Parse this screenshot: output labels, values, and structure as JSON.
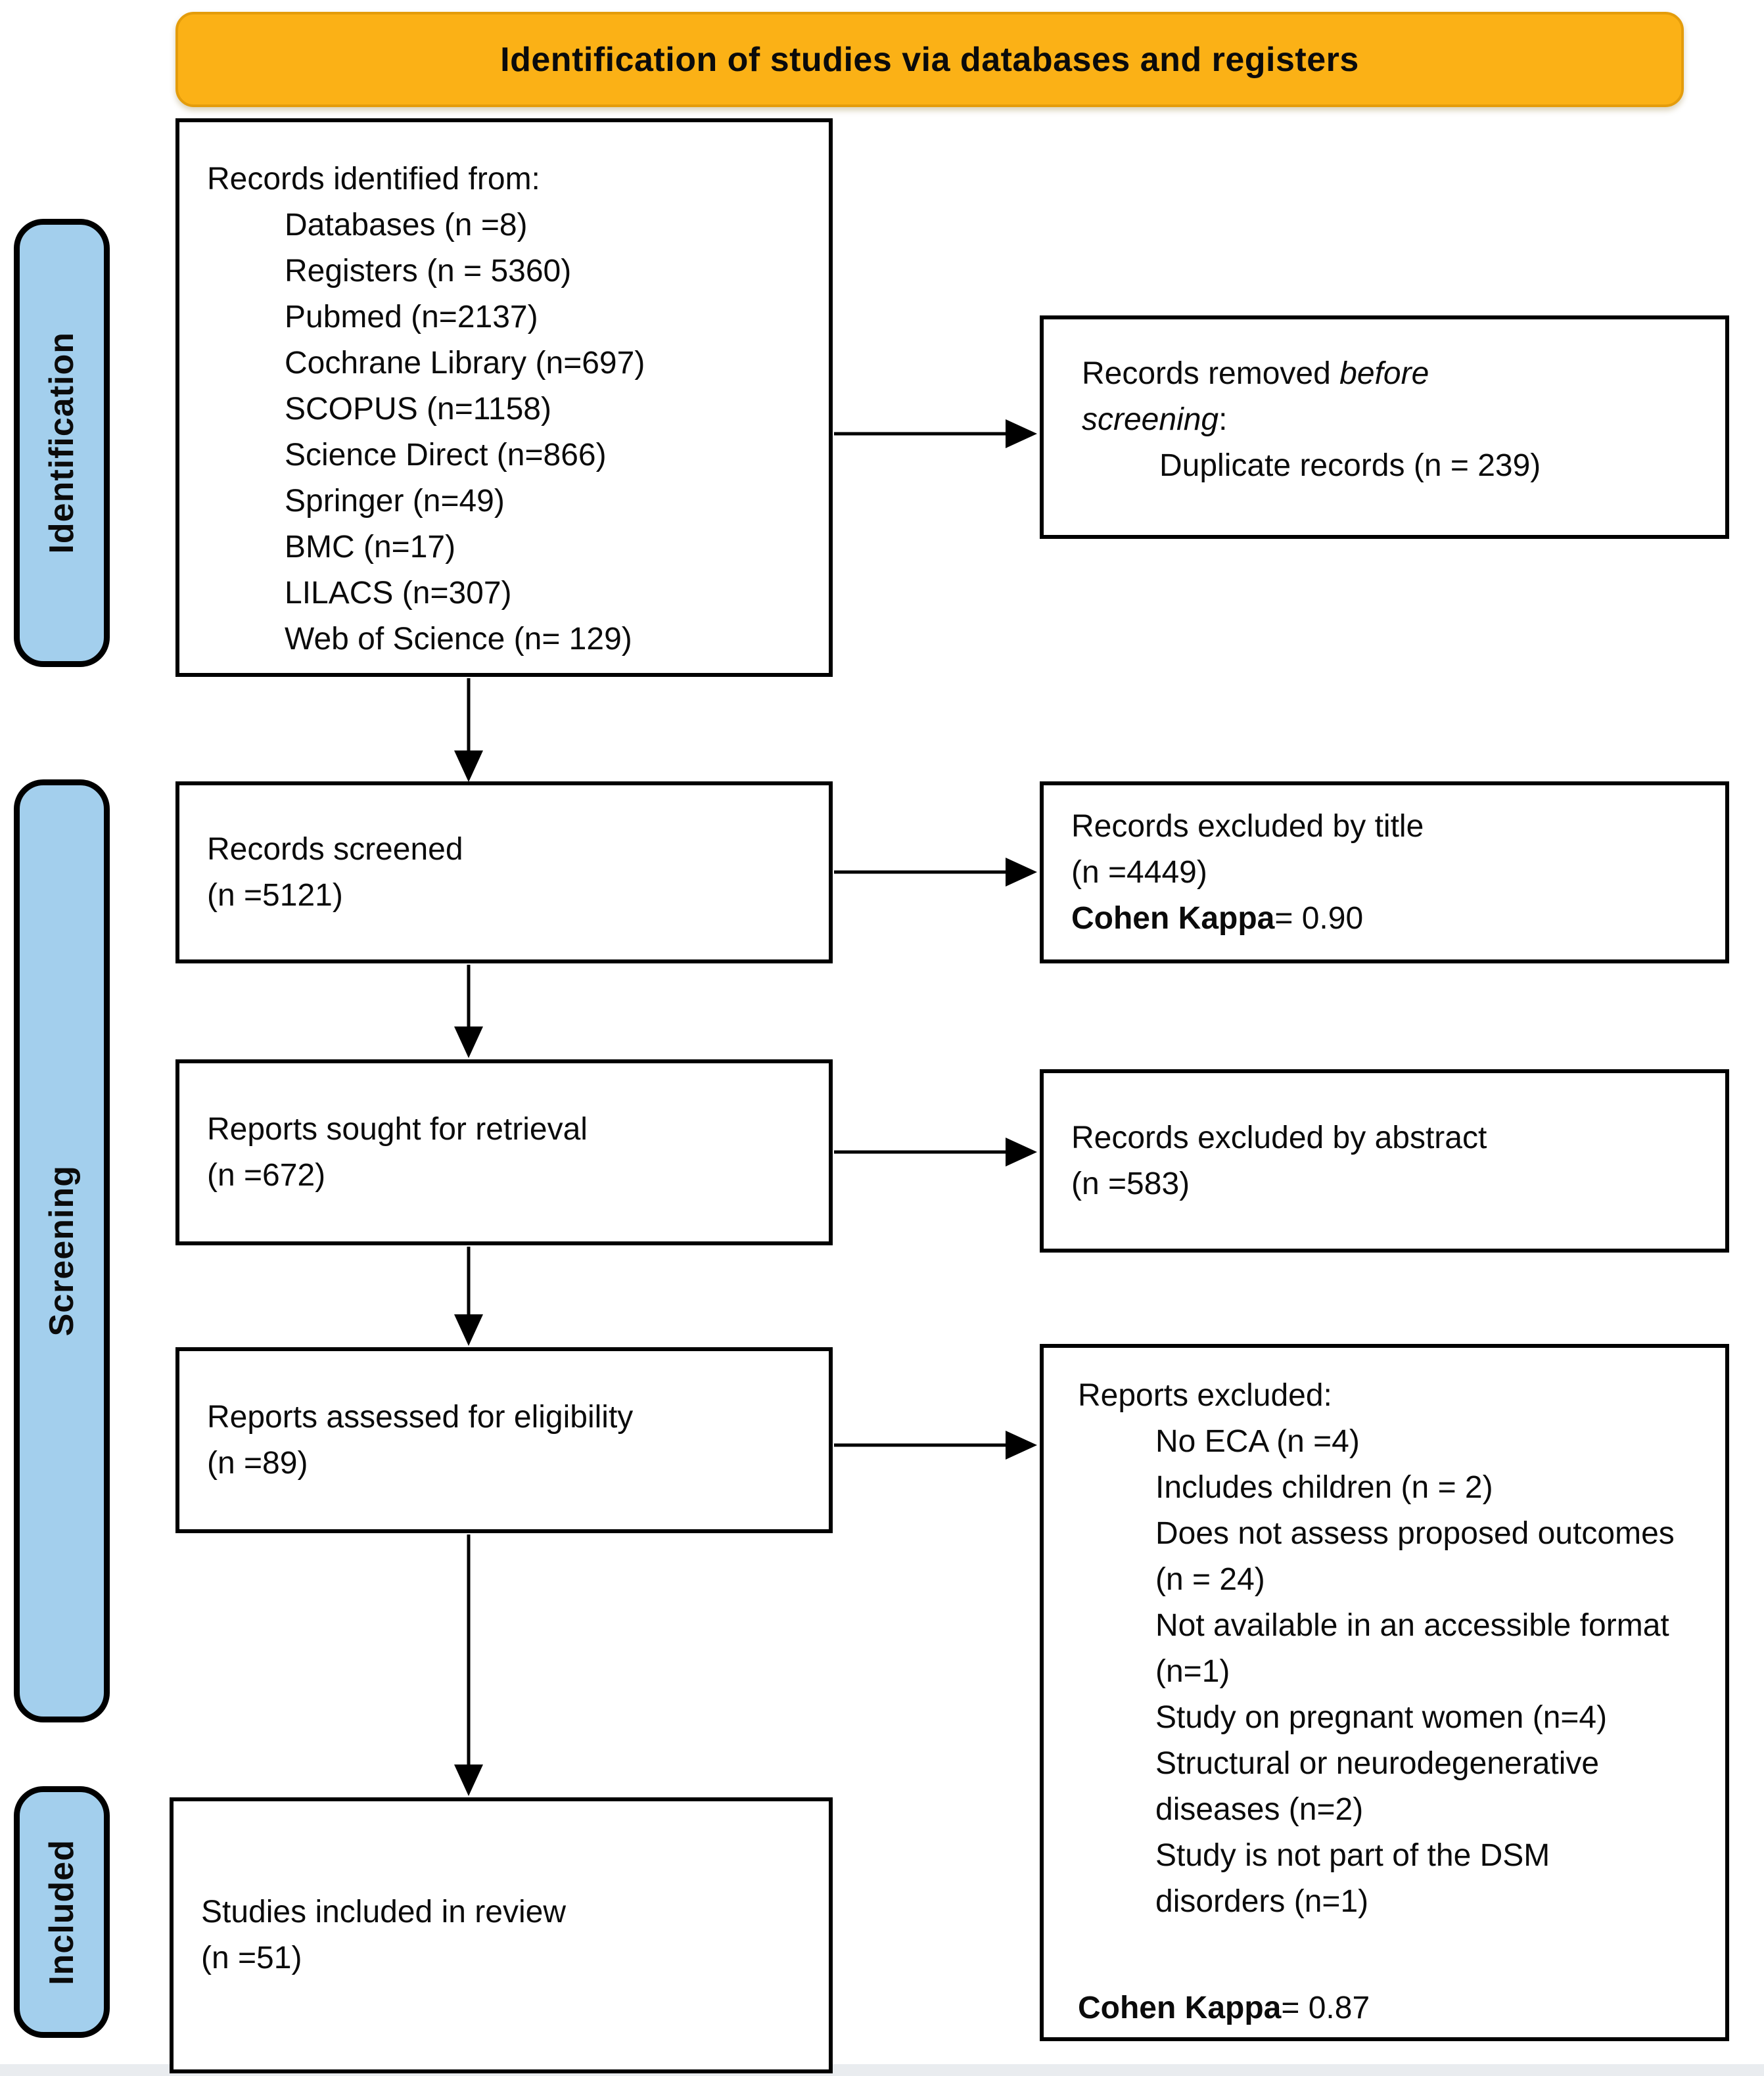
{
  "banner": {
    "title": "Identification of studies via databases and registers"
  },
  "stage_labels": {
    "identification": "Identification",
    "screening": "Screening",
    "included": "Included"
  },
  "colors": {
    "banner_bg": "#FBB116",
    "banner_border": "#E49C0B",
    "stage_bg": "#A3CFED",
    "line": "#000000"
  },
  "boxes": {
    "identified": {
      "title": "Records identified from:",
      "items": [
        "Databases (n =8)",
        "Registers (n = 5360)",
        "Pubmed (n=2137)",
        "Cochrane Library (n=697)",
        "SCOPUS (n=1158)",
        "Science Direct (n=866)",
        "Springer (n=49)",
        "BMC (n=17)",
        "LILACS (n=307)",
        "Web of Science (n= 129)"
      ]
    },
    "removed": {
      "line1_text": "Records removed ",
      "line1_italic": "before",
      "line2_italic": "screening",
      "line2_text": ":",
      "item": "Duplicate records (n = 239)"
    },
    "screened": {
      "line1": "Records screened",
      "line2": "(n =5121)"
    },
    "excluded_title": {
      "line1": "Records excluded by title",
      "line2": "(n =4449)",
      "kappa_label": "Cohen Kappa",
      "kappa_value": "= 0.90"
    },
    "sought": {
      "line1": "Reports sought for retrieval",
      "line2": "(n =672)"
    },
    "excluded_abstract": {
      "line1": "Records excluded by abstract",
      "line2": "(n =583)"
    },
    "assessed": {
      "line1": "Reports assessed for eligibility",
      "line2": "(n =89)"
    },
    "reports_excluded": {
      "title": "Reports excluded:",
      "items": [
        "No ECA (n =4)",
        "Includes children (n = 2)",
        "Does not assess proposed outcomes (n = 24)",
        "Not available in an accessible format (n=1)",
        "Study on pregnant women (n=4)",
        "Structural or neurodegenerative diseases (n=2)",
        "Study is not part of the DSM disorders (n=1)"
      ],
      "kappa_label": "Cohen Kappa",
      "kappa_value": "= 0.87"
    },
    "included": {
      "line1": "Studies included in review",
      "line2": "(n =51)"
    }
  }
}
